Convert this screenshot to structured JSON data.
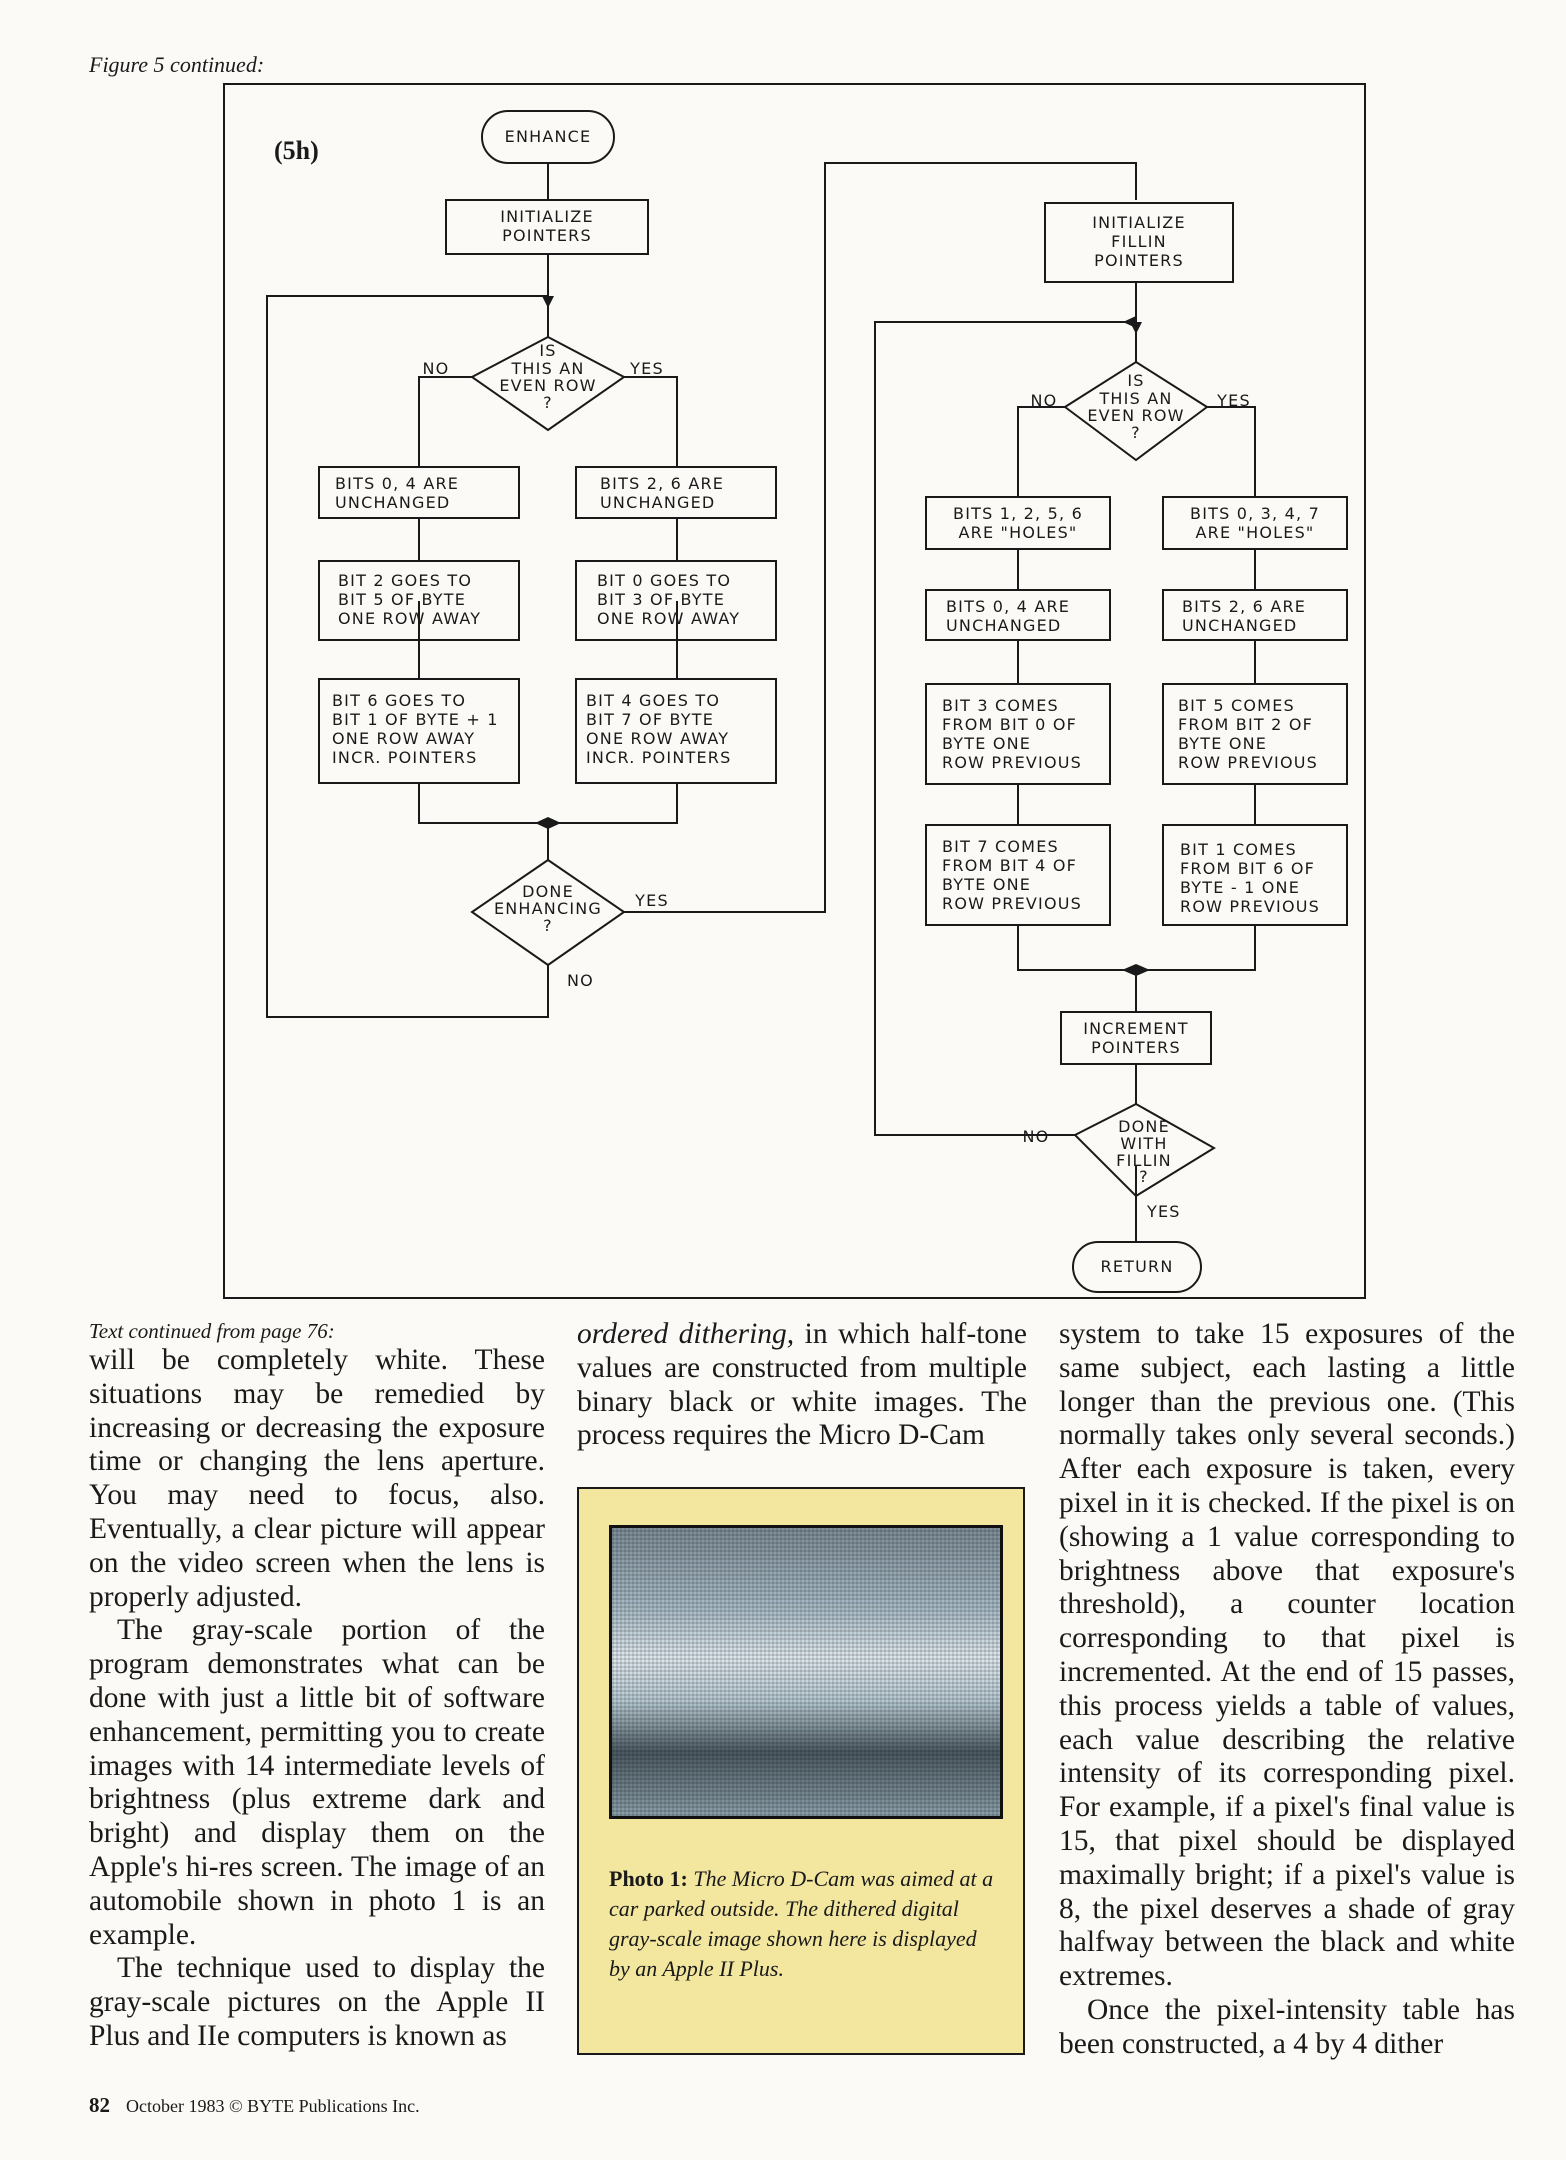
{
  "figure_caption": "Figure 5 continued:",
  "figure_id": "(5h)",
  "flowchart": {
    "left": {
      "start": "ENHANCE",
      "init": [
        "INITIALIZE",
        "POINTERS"
      ],
      "decision": [
        "IS",
        "THIS AN",
        "EVEN ROW",
        "?"
      ],
      "no": "NO",
      "yes": "YES",
      "no_box1": [
        "BITS 0, 4 ARE",
        "UNCHANGED"
      ],
      "no_box2": [
        "BIT 2 GOES TO",
        "BIT 5 OF BYTE",
        "ONE ROW AWAY"
      ],
      "no_box3": [
        "BIT 6 GOES TO",
        "BIT 1 OF BYTE + 1",
        "ONE ROW AWAY",
        "INCR. POINTERS"
      ],
      "yes_box1": [
        "BITS 2, 6 ARE",
        "UNCHANGED"
      ],
      "yes_box2": [
        "BIT 0 GOES TO",
        "BIT 3 OF BYTE",
        "ONE ROW AWAY"
      ],
      "yes_box3": [
        "BIT 4 GOES TO",
        "BIT 7 OF BYTE",
        "ONE ROW AWAY",
        "INCR. POINTERS"
      ],
      "done": [
        "DONE",
        "ENHANCING",
        "?"
      ],
      "done_yes": "YES",
      "done_no": "NO"
    },
    "right": {
      "init": [
        "INITIALIZE",
        "FILLIN",
        "POINTERS"
      ],
      "decision": [
        "IS",
        "THIS AN",
        "EVEN ROW",
        "?"
      ],
      "no": "NO",
      "yes": "YES",
      "no_box1": [
        "BITS 1, 2, 5, 6",
        "ARE \"HOLES\""
      ],
      "no_box2": [
        "BITS 0, 4 ARE",
        "UNCHANGED"
      ],
      "no_box3": [
        "BIT 3 COMES",
        "FROM BIT 0 OF",
        "BYTE ONE",
        "ROW PREVIOUS"
      ],
      "no_box4": [
        "BIT 7 COMES",
        "FROM BIT 4 OF",
        "BYTE ONE",
        "ROW PREVIOUS"
      ],
      "yes_box1": [
        "BITS 0, 3, 4, 7",
        "ARE \"HOLES\""
      ],
      "yes_box2": [
        "BITS 2, 6 ARE",
        "UNCHANGED"
      ],
      "yes_box3": [
        "BIT 5 COMES",
        "FROM BIT 2 OF",
        "BYTE ONE",
        "ROW PREVIOUS"
      ],
      "yes_box4": [
        "BIT 1 COMES",
        "FROM BIT 6 OF",
        "BYTE - 1 ONE",
        "ROW PREVIOUS"
      ],
      "increment": [
        "INCREMENT",
        "POINTERS"
      ],
      "done": [
        "DONE",
        "WITH",
        "FILLIN",
        "?"
      ],
      "done_no": "NO",
      "done_yes": "YES",
      "end": "RETURN"
    }
  },
  "text": {
    "continued_from": "Text continued from page 76:",
    "col1_p1": "will be completely white. These situations may be remedied by increasing or decreasing the exposure time or changing the lens aperture. You may need to focus, also. Eventually, a clear picture will appear on the video screen when the lens is properly adjusted.",
    "col1_p2": "The gray-scale portion of the program demonstrates what can be done with just a little bit of software enhancement, permitting you to create images with 14 intermediate levels of brightness (plus extreme dark and bright) and display them on the Apple's hi-res screen. The image of an automobile shown in photo 1 is an example.",
    "col1_p3": "The technique used to display the gray-scale pictures on the Apple II Plus and IIe computers is known as",
    "col2_italic": "ordered dithering,",
    "col2_p1": " in which half-tone values are constructed from multiple binary black or white images. The process requires the Micro D-Cam",
    "col3_p1": "system to take 15 exposures of the same subject, each lasting a little longer than the previous one. (This normally takes only several seconds.) After each exposure is taken, every pixel in it is checked. If the pixel is on (showing a 1 value corresponding to brightness above that exposure's threshold), a counter location corresponding to that pixel is incremented. At the end of 15 passes, this process yields a table of values, each value describing the relative intensity of its corresponding pixel. For example, if a pixel's final value is 15, that pixel should be displayed maximally bright; if a pixel's value is 8, the pixel deserves a shade of gray halfway between the black and white extremes.",
    "col3_p2": "Once the pixel-intensity table has been constructed, a 4 by 4 dither"
  },
  "photo": {
    "label": "Photo 1:",
    "caption": "The Micro D-Cam was aimed at a car parked outside. The dithered digital gray-scale image shown here is displayed by an Apple II Plus.",
    "image_name": "dithered-car-image"
  },
  "footer": {
    "page": "82",
    "credit": "October 1983 © BYTE Publications Inc."
  }
}
